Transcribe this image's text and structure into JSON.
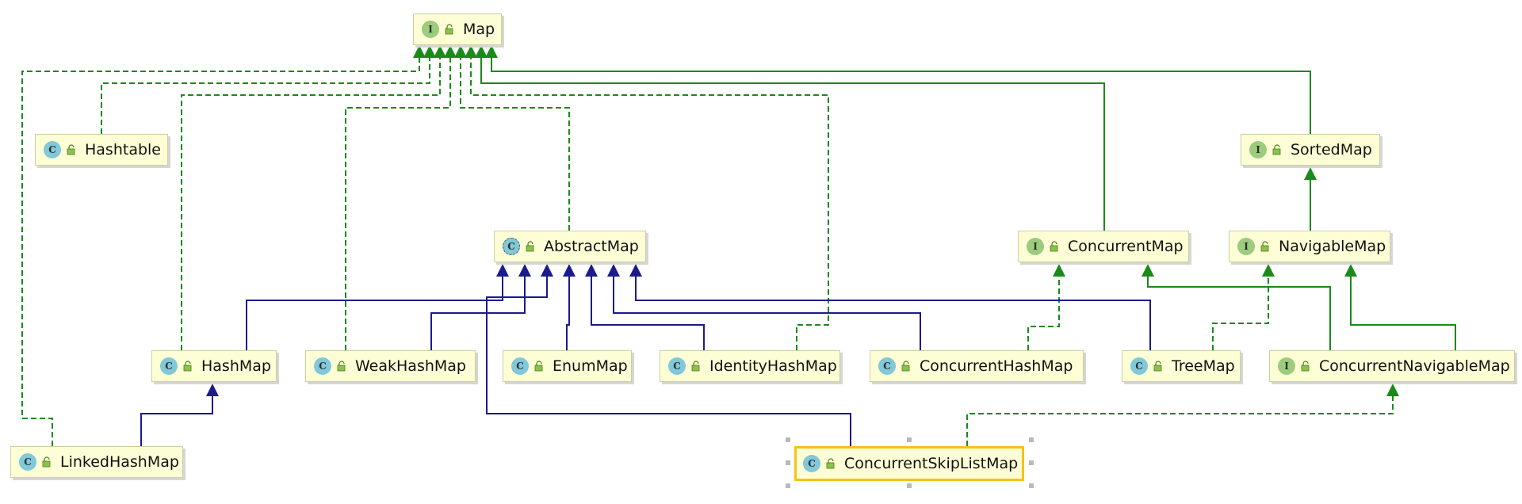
{
  "nodes": {
    "map": {
      "name": "Map",
      "kind": "I",
      "type": "interface"
    },
    "hashtable": {
      "name": "Hashtable",
      "kind": "C",
      "type": "class"
    },
    "sortedmap": {
      "name": "SortedMap",
      "kind": "I",
      "type": "interface"
    },
    "abstractmap": {
      "name": "AbstractMap",
      "kind": "C",
      "type": "abstract"
    },
    "concurrentmap": {
      "name": "ConcurrentMap",
      "kind": "I",
      "type": "interface"
    },
    "navigablemap": {
      "name": "NavigableMap",
      "kind": "I",
      "type": "interface"
    },
    "hashmap": {
      "name": "HashMap",
      "kind": "C",
      "type": "class"
    },
    "weakhashmap": {
      "name": "WeakHashMap",
      "kind": "C",
      "type": "class"
    },
    "enummap": {
      "name": "EnumMap",
      "kind": "C",
      "type": "class"
    },
    "identityhashmap": {
      "name": "IdentityHashMap",
      "kind": "C",
      "type": "class"
    },
    "concurrenthashmap": {
      "name": "ConcurrentHashMap",
      "kind": "C",
      "type": "class"
    },
    "treemap": {
      "name": "TreeMap",
      "kind": "C",
      "type": "class"
    },
    "concurrentnavigablemap": {
      "name": "ConcurrentNavigableMap",
      "kind": "I",
      "type": "interface"
    },
    "linkedhashmap": {
      "name": "LinkedHashMap",
      "kind": "C",
      "type": "class"
    },
    "concurrentskiplistmap": {
      "name": "ConcurrentSkipListMap",
      "kind": "C",
      "type": "class",
      "selected": true
    }
  },
  "relations": [
    {
      "from": "hashtable",
      "to": "map",
      "type": "implements"
    },
    {
      "from": "hashmap",
      "to": "map",
      "type": "implements"
    },
    {
      "from": "weakhashmap",
      "to": "map",
      "type": "implements"
    },
    {
      "from": "abstractmap",
      "to": "map",
      "type": "implements"
    },
    {
      "from": "identityhashmap",
      "to": "map",
      "type": "implements"
    },
    {
      "from": "linkedhashmap",
      "to": "map",
      "type": "implements"
    },
    {
      "from": "concurrentmap",
      "to": "map",
      "type": "extends-interface"
    },
    {
      "from": "sortedmap",
      "to": "map",
      "type": "extends-interface"
    },
    {
      "from": "navigablemap",
      "to": "sortedmap",
      "type": "extends-interface"
    },
    {
      "from": "concurrentnavigablemap",
      "to": "concurrentmap",
      "type": "extends-interface"
    },
    {
      "from": "concurrentnavigablemap",
      "to": "navigablemap",
      "type": "extends-interface"
    },
    {
      "from": "concurrenthashmap",
      "to": "concurrentmap",
      "type": "implements"
    },
    {
      "from": "treemap",
      "to": "navigablemap",
      "type": "implements"
    },
    {
      "from": "concurrentskiplistmap",
      "to": "concurrentnavigablemap",
      "type": "implements"
    },
    {
      "from": "hashmap",
      "to": "abstractmap",
      "type": "extends"
    },
    {
      "from": "weakhashmap",
      "to": "abstractmap",
      "type": "extends"
    },
    {
      "from": "enummap",
      "to": "abstractmap",
      "type": "extends"
    },
    {
      "from": "identityhashmap",
      "to": "abstractmap",
      "type": "extends"
    },
    {
      "from": "concurrenthashmap",
      "to": "abstractmap",
      "type": "extends"
    },
    {
      "from": "treemap",
      "to": "abstractmap",
      "type": "extends"
    },
    {
      "from": "concurrentskiplistmap",
      "to": "abstractmap",
      "type": "extends"
    },
    {
      "from": "linkedhashmap",
      "to": "hashmap",
      "type": "extends"
    }
  ],
  "colors": {
    "implements": "#1a8a1a",
    "extends": "#1b1b8c",
    "node_fill": "#fefed6",
    "selected_border": "#f5c21b"
  }
}
